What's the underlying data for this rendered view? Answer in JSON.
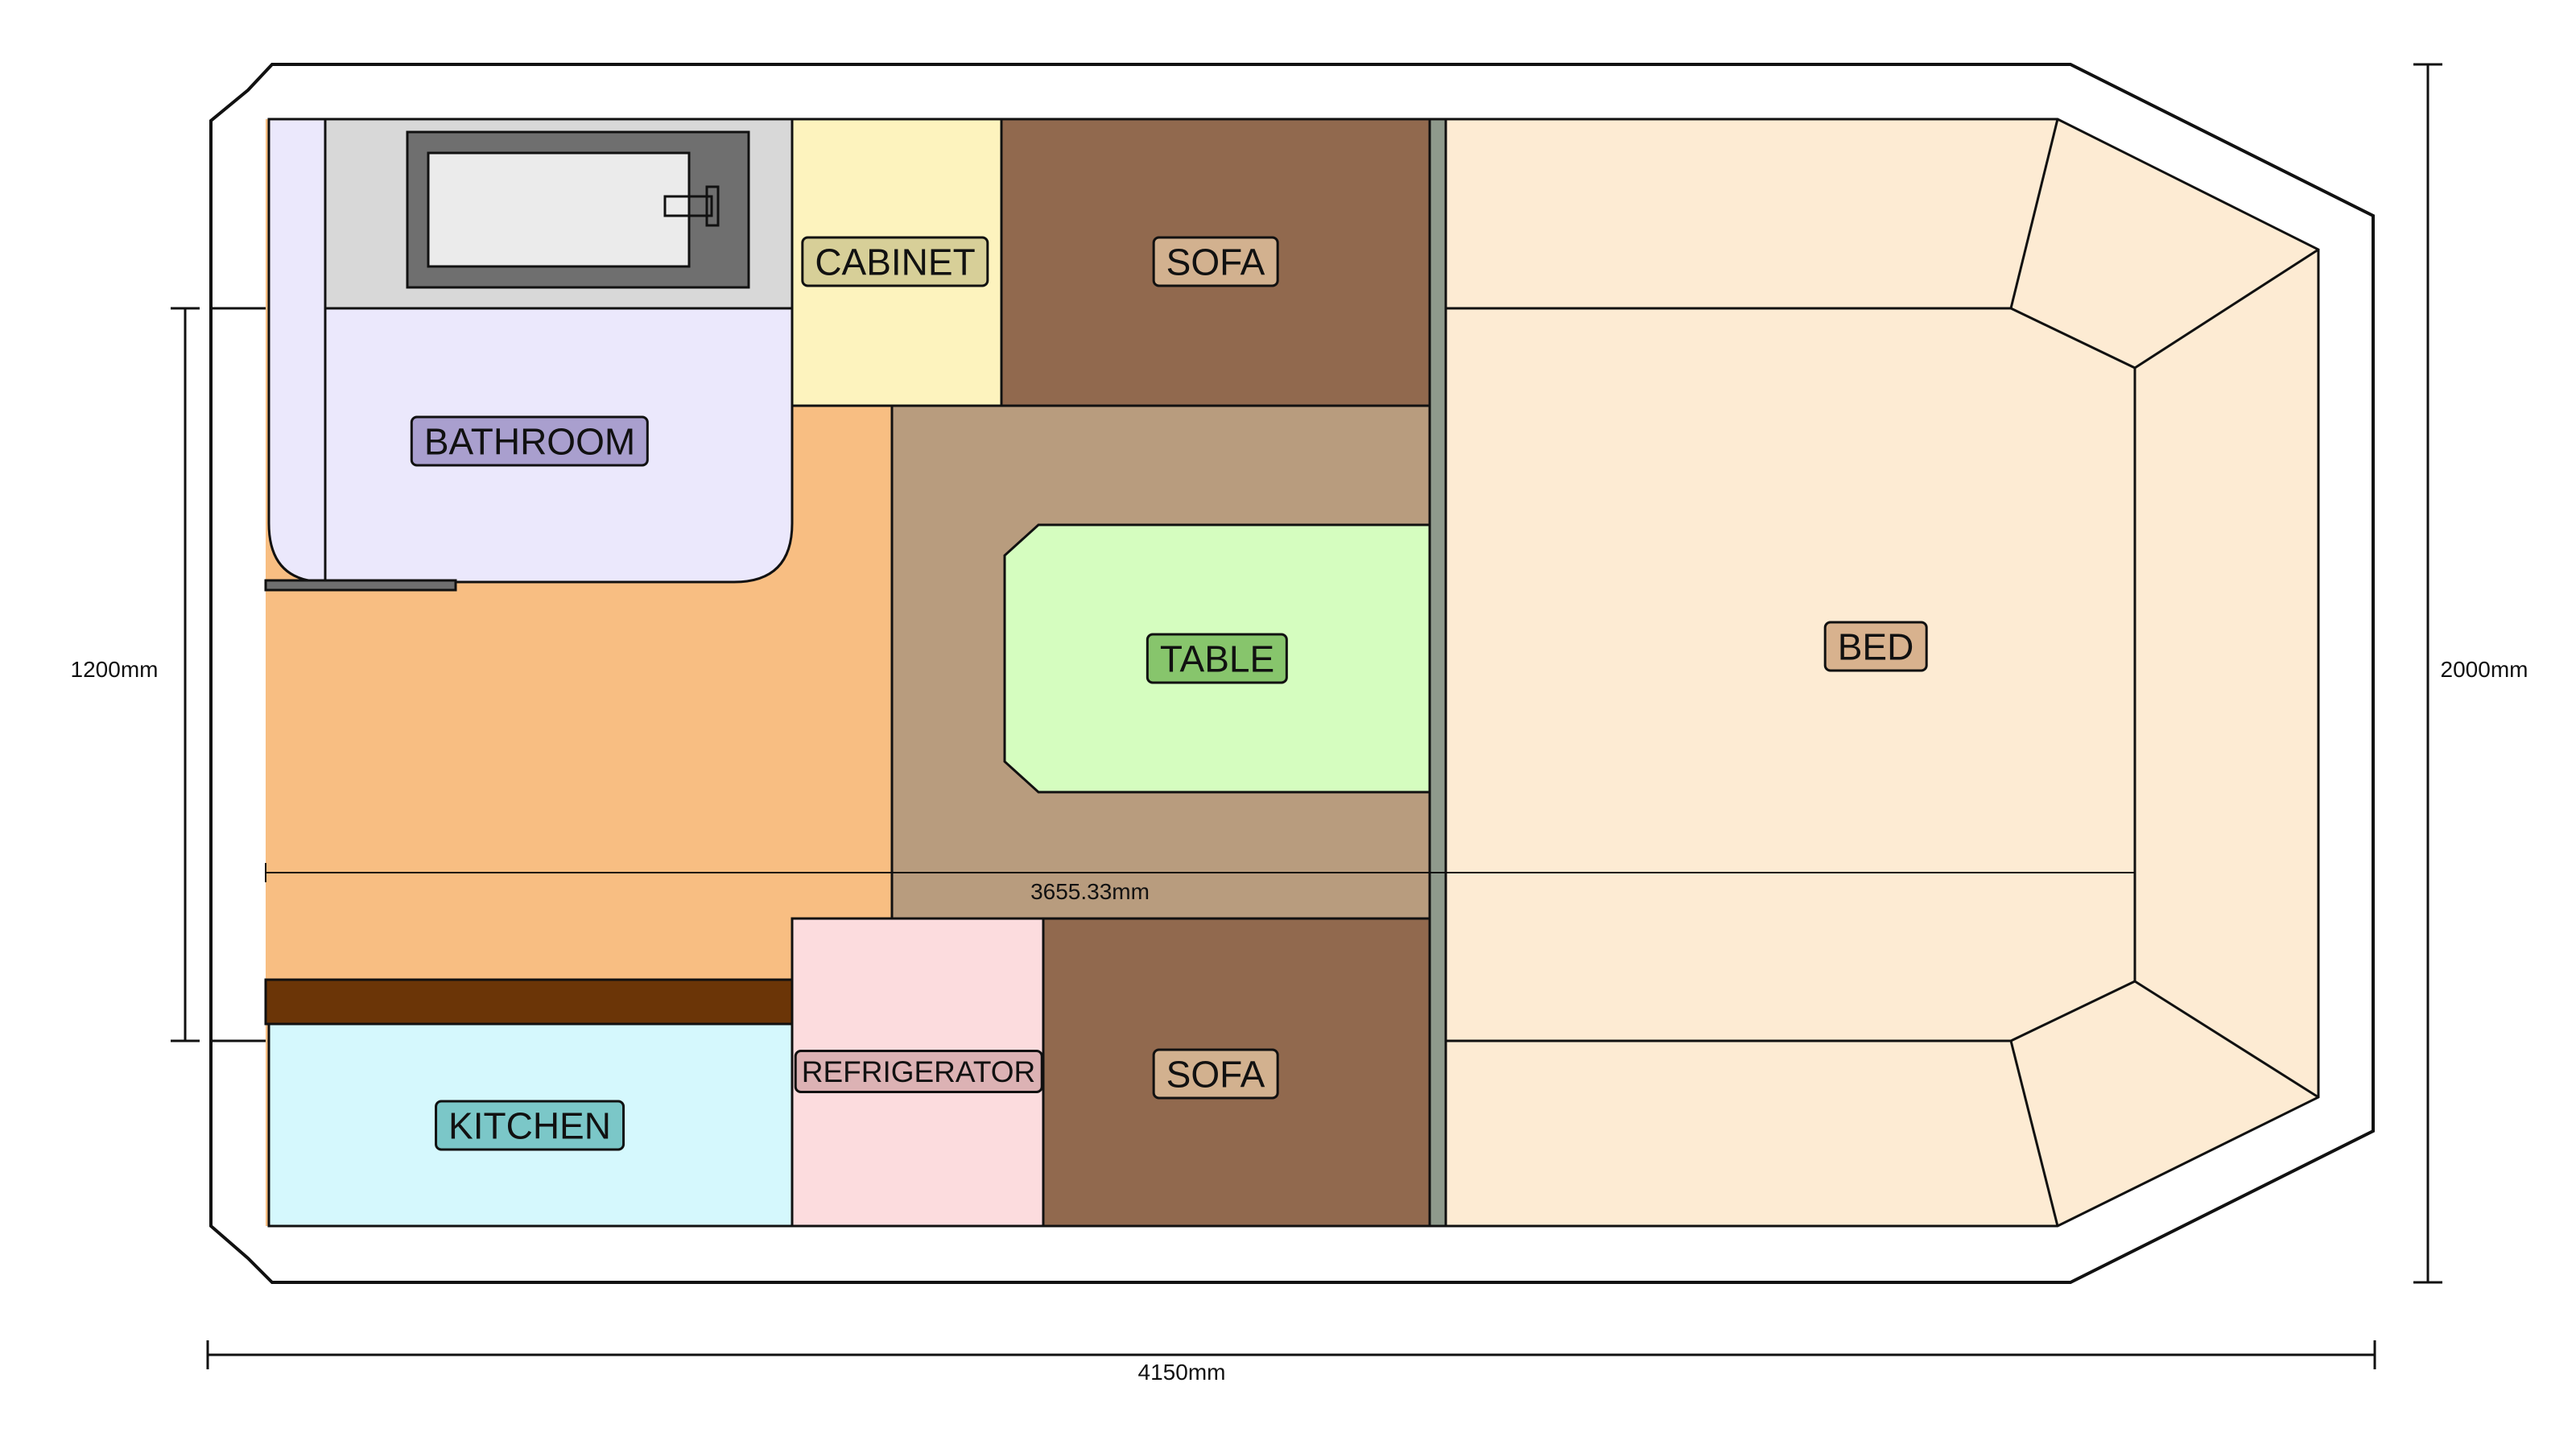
{
  "colors": {
    "floor": "#f8be82",
    "bathroom": "#ebe8fc",
    "bathroom_label": "#a99fce",
    "shower_area": "#d8d8d8",
    "tub_frame": "#6f6f6f",
    "tub_inner": "#ebebeb",
    "cabinet": "#fdf3be",
    "cabinet_label": "#d7cf98",
    "sofa": "#91694e",
    "sofa_label": "#d2b18f",
    "lounge": "#b89c7e",
    "table": "#d5fdbf",
    "table_label": "#87c56c",
    "refrigerator": "#fcdcde",
    "refrigerator_label": "#dcb2b4",
    "kitchen": "#d5f8fd",
    "kitchen_label": "#7bc7c8",
    "counter": "#6b3507",
    "bed": "#fdebd3",
    "bed_label": "#d8b28e",
    "partition": "#8f9a8c"
  },
  "rooms": {
    "bathroom": "BATHROOM",
    "cabinet": "CABINET",
    "sofa_top": "SOFA",
    "table": "TABLE",
    "bed": "BED",
    "refrigerator": "REFRIGERATOR",
    "sofa_bottom": "SOFA",
    "kitchen": "KITCHEN"
  },
  "dimensions": {
    "left": "1200mm",
    "right": "2000mm",
    "bottom": "4150mm",
    "inner": "3655.33mm"
  }
}
